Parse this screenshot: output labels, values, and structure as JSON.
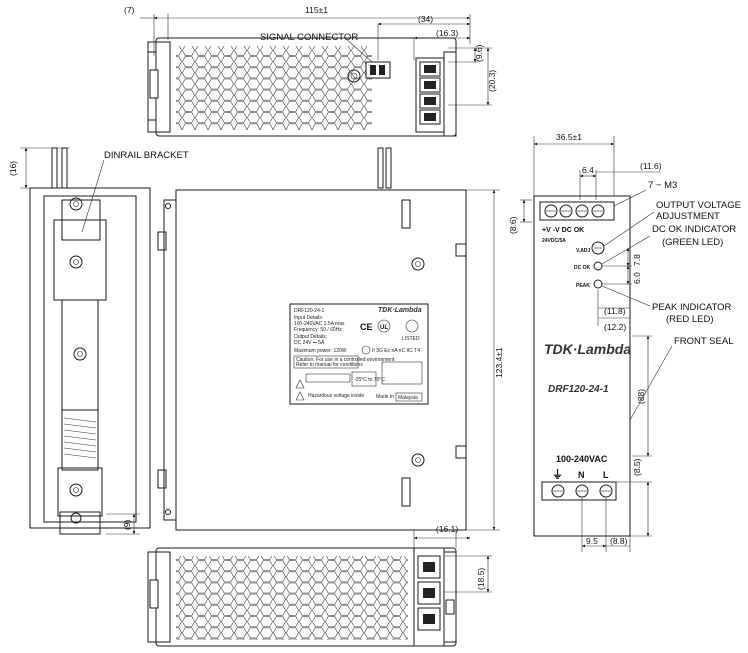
{
  "title_view_top": {
    "dims": {
      "overall_width": "115±1",
      "left_offset": "(7)",
      "connector_span": "(34)",
      "terminal_span": "(16.3)",
      "pitch_9_6": "(9.6)",
      "pitch_20_3": "(20.3)"
    },
    "labels": {
      "signal_connector": "SIGNAL CONNECTOR"
    }
  },
  "side_view": {
    "dims": {
      "top_offset": "(16)",
      "bottom_offset": "(9)"
    },
    "labels": {
      "dinrail_bracket": "DINRAIL BRACKET"
    }
  },
  "main_view": {
    "dims": {
      "height": "123.4±1"
    },
    "nameplate": {
      "model": "DRF120-24-1",
      "brand": "TDK·Lambda",
      "input_title": "Input Details:",
      "input_line1": "100-240VAC 1.5A max",
      "input_line2": "Frequency: 50 / 60Hz",
      "output_title": "Output Details:",
      "output_line1": "DC 24V ⎓ 5A",
      "output_line2": "Maximum power: 120W",
      "warn1": "Caution: For use in a controlled environment",
      "warn2": "Refer to manual for conditions",
      "warn3": "Hazardous voltage inside",
      "made_in": "Made In",
      "country": "Malaysia",
      "cert": "II 3G Ex nA nC IIC T4",
      "ce": "CE",
      "ul": "UL",
      "listed": "LISTED",
      "temp": "-25°C to 70°C"
    }
  },
  "front_view": {
    "dims": {
      "width": "36.5±1",
      "pitch_6_4": "6.4",
      "pitch_11_6": "(11.6)",
      "dim_8_6": "(8.6)",
      "dim_7_8": "7.8",
      "dim_6_0": "6.0",
      "dim_11_8": "(11.8)",
      "dim_12_2": "(12.2)",
      "dim_88": "(88)",
      "dim_8_5": "(8.5)",
      "dim_9_5": "9.5",
      "dim_8_8": "(8.8)"
    },
    "labels": {
      "screws": "7 − M3",
      "output_voltage": "OUTPUT VOLTAGE",
      "adjustment": "ADJUSTMENT",
      "dc_ok_indicator": "DC OK INDICATOR",
      "green_led": "(GREEN LED)",
      "peak_indicator": "PEAK INDICATOR",
      "red_led": "(RED LED)",
      "front_seal": "FRONT SEAL"
    },
    "panel": {
      "terminals": "+V  -V  DC  OK",
      "rating": "24VDC/5A",
      "vadj": "V.ADJ",
      "dcok": "DC OK",
      "peak": "PEAK",
      "brand": "TDK·Lambda",
      "model": "DRF120-24-1",
      "input": "100-240VAC",
      "ground": "⏚",
      "n": "N",
      "l": "L"
    }
  },
  "bottom_view": {
    "dims": {
      "terminal_span": "(16.1)",
      "pitch_18_5": "(18.5)"
    }
  }
}
